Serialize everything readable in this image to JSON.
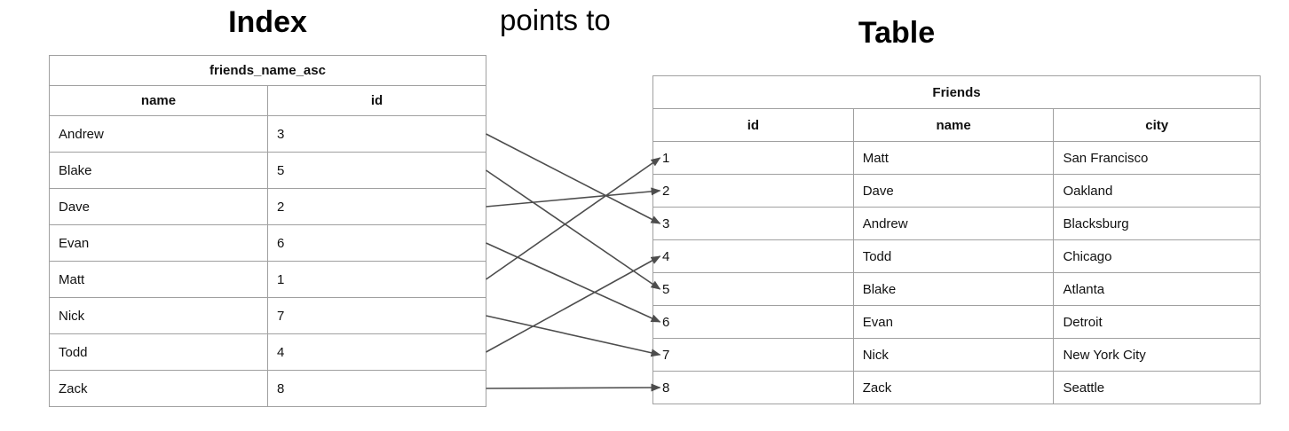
{
  "titles": {
    "index": "Index",
    "points_to": "points to",
    "table": "Table"
  },
  "index_table": {
    "title": "friends_name_asc",
    "columns": [
      "name",
      "id"
    ],
    "rows": [
      [
        "Andrew",
        "3"
      ],
      [
        "Blake",
        "5"
      ],
      [
        "Dave",
        "2"
      ],
      [
        "Evan",
        "6"
      ],
      [
        "Matt",
        "1"
      ],
      [
        "Nick",
        "7"
      ],
      [
        "Todd",
        "4"
      ],
      [
        "Zack",
        "8"
      ]
    ]
  },
  "friends_table": {
    "title": "Friends",
    "columns": [
      "id",
      "name",
      "city"
    ],
    "rows": [
      [
        "1",
        "Matt",
        "San Francisco"
      ],
      [
        "2",
        "Dave",
        "Oakland"
      ],
      [
        "3",
        "Andrew",
        "Blacksburg"
      ],
      [
        "4",
        "Todd",
        "Chicago"
      ],
      [
        "5",
        "Blake",
        "Atlanta"
      ],
      [
        "6",
        "Evan",
        "Detroit"
      ],
      [
        "7",
        "Nick",
        "New York City"
      ],
      [
        "8",
        "Zack",
        "Seattle"
      ]
    ]
  },
  "arrows": [
    {
      "from_row": 0,
      "to_row": 2
    },
    {
      "from_row": 1,
      "to_row": 4
    },
    {
      "from_row": 2,
      "to_row": 1
    },
    {
      "from_row": 3,
      "to_row": 5
    },
    {
      "from_row": 4,
      "to_row": 0
    },
    {
      "from_row": 5,
      "to_row": 6
    },
    {
      "from_row": 6,
      "to_row": 3
    },
    {
      "from_row": 7,
      "to_row": 7
    }
  ],
  "colors": {
    "border": "#a0a0a0",
    "arrow": "#4d4d4d",
    "text": "#000000"
  }
}
